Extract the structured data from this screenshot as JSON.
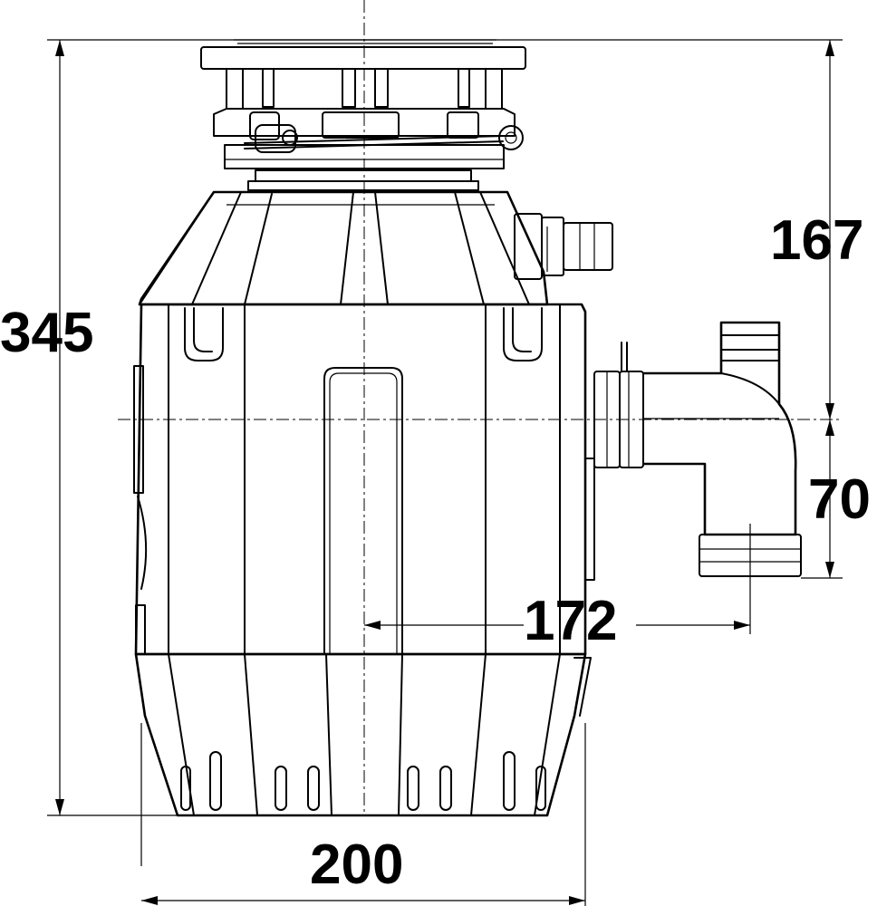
{
  "dimensions": {
    "height_total": "345",
    "height_to_inlet": "167",
    "outlet_drop": "70",
    "outlet_offset": "172",
    "body_width": "200"
  },
  "colors": {
    "line": "#000000",
    "background": "#ffffff"
  }
}
